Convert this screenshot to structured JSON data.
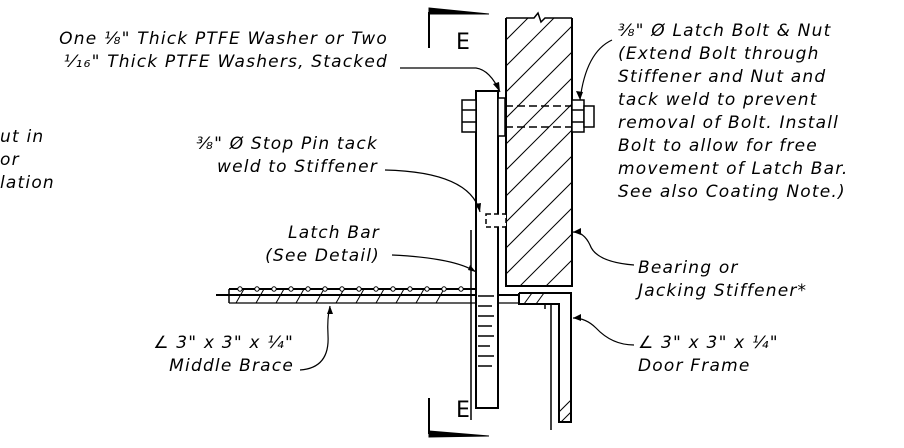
{
  "section_mark": "E",
  "labels": {
    "washer_line1": "One ⅛\" Thick PTFE Washer or Two",
    "washer_line2": "¹⁄₁₆\" Thick PTFE Washers, Stacked",
    "cutoff_line1": "ut in",
    "cutoff_line2": "or",
    "cutoff_line3": "lation",
    "stop_pin_line1": "⅜\" Ø Stop Pin tack",
    "stop_pin_line2": "weld to Stiffener",
    "latch_bar_line1": "Latch Bar",
    "latch_bar_line2": "(See Detail)",
    "middle_brace_line1": "∠ 3\" x 3\" x ¼\"",
    "middle_brace_line2": "Middle Brace",
    "latch_bolt_line1": "⅜\" Ø Latch Bolt & Nut",
    "latch_bolt_line2": "(Extend Bolt through",
    "latch_bolt_line3": "Stiffener and Nut and",
    "latch_bolt_line4": "tack weld to prevent",
    "latch_bolt_line5": "removal of Bolt. Install",
    "latch_bolt_line6": "Bolt to allow for free",
    "latch_bolt_line7": "movement of Latch Bar.",
    "latch_bolt_line8": "See also Coating Note.)",
    "stiffener_line1": "Bearing or",
    "stiffener_line2": "Jacking Stiffener*",
    "door_frame_line1": "∠ 3\" x 3\" x ¼\"",
    "door_frame_line2": "Door Frame"
  }
}
